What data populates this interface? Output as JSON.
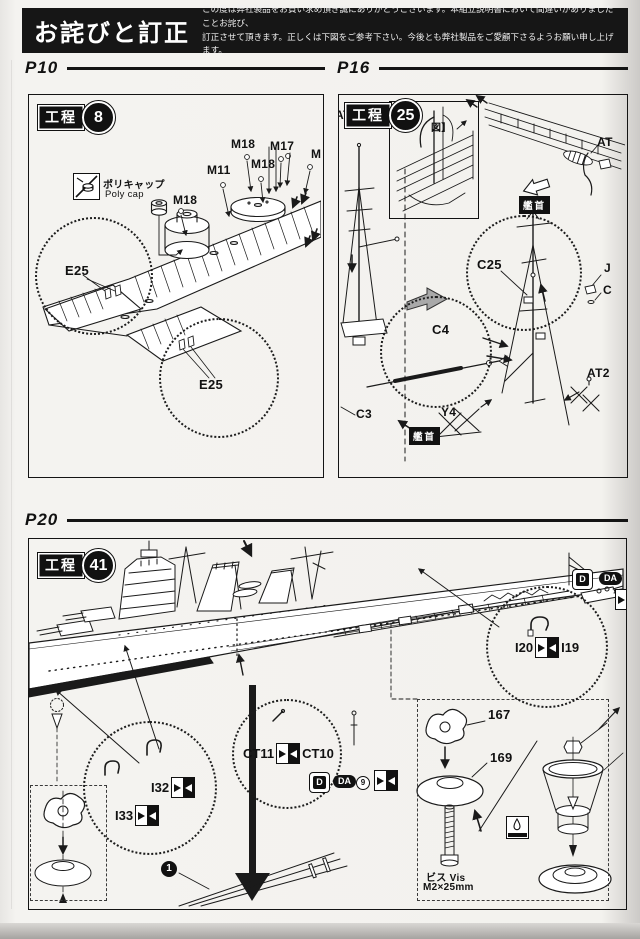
{
  "header": {
    "title": "お詫びと訂正",
    "body_line1": "この度は弊社製品をお買い求め頂き誠にありがとうございます。本組立説明書において間違いがありましたことお詫び、",
    "body_line2": "訂正させて頂きます。正しくは下図をご参考下さい。今後とも弊社製品をご愛顧下さるようお願い申し上げます。"
  },
  "p10": {
    "page": "P10",
    "step": "工程",
    "step_no": "8",
    "polycap_jp": "ポリキャップ",
    "polycap_en": "Poly cap",
    "m18": "M18",
    "m11": "M11",
    "m17": "M17",
    "m_cut": "M",
    "e25": "E25"
  },
  "p16": {
    "page": "P16",
    "step": "工程",
    "step_no": "25",
    "zoom_note": "図】",
    "bow": "艦首",
    "at_cut": "AT",
    "c25": "C25",
    "c4": "C4",
    "c3": "C3",
    "y4": "Y4",
    "at2": "AT2",
    "j_cut": "J",
    "c_cut": "C"
  },
  "p20": {
    "page": "P20",
    "step": "工程",
    "step_no": "41",
    "i20": "I20",
    "i19": "I19",
    "i32": "I32",
    "i33": "I33",
    "ct11": "CT11",
    "ct10": "CT10",
    "n167": "167",
    "n169": "169",
    "screw_label": "ビス Vis",
    "screw_size": "M2×25mm",
    "d": "D",
    "da": "DA",
    "n9": "9",
    "n1": "1"
  }
}
